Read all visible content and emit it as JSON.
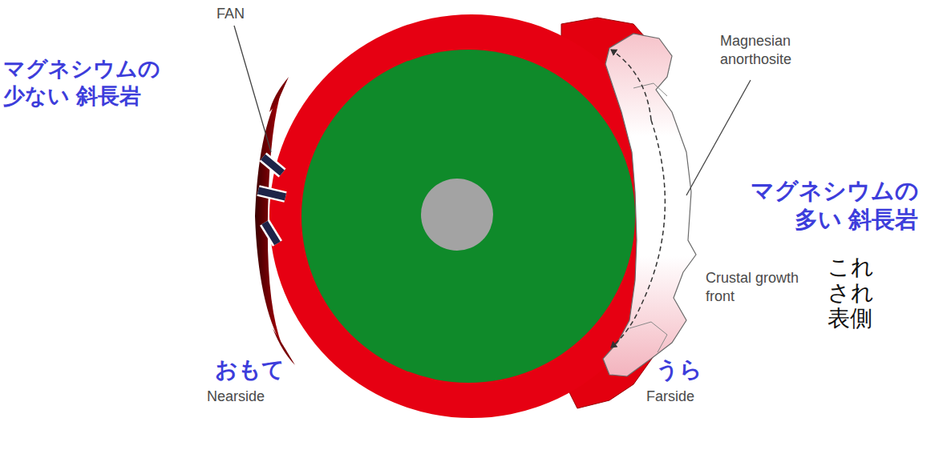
{
  "diagram": {
    "labels": [
      "FAN",
      "マグネシウムの 少ない 斜長岩",
      "Magnesian anorthosite",
      "マグネシウムの 多い 斜長岩",
      "Crustal growth front",
      "これ され 表側",
      "おもて",
      "Nearside",
      "うら",
      "Farside"
    ]
  }
}
